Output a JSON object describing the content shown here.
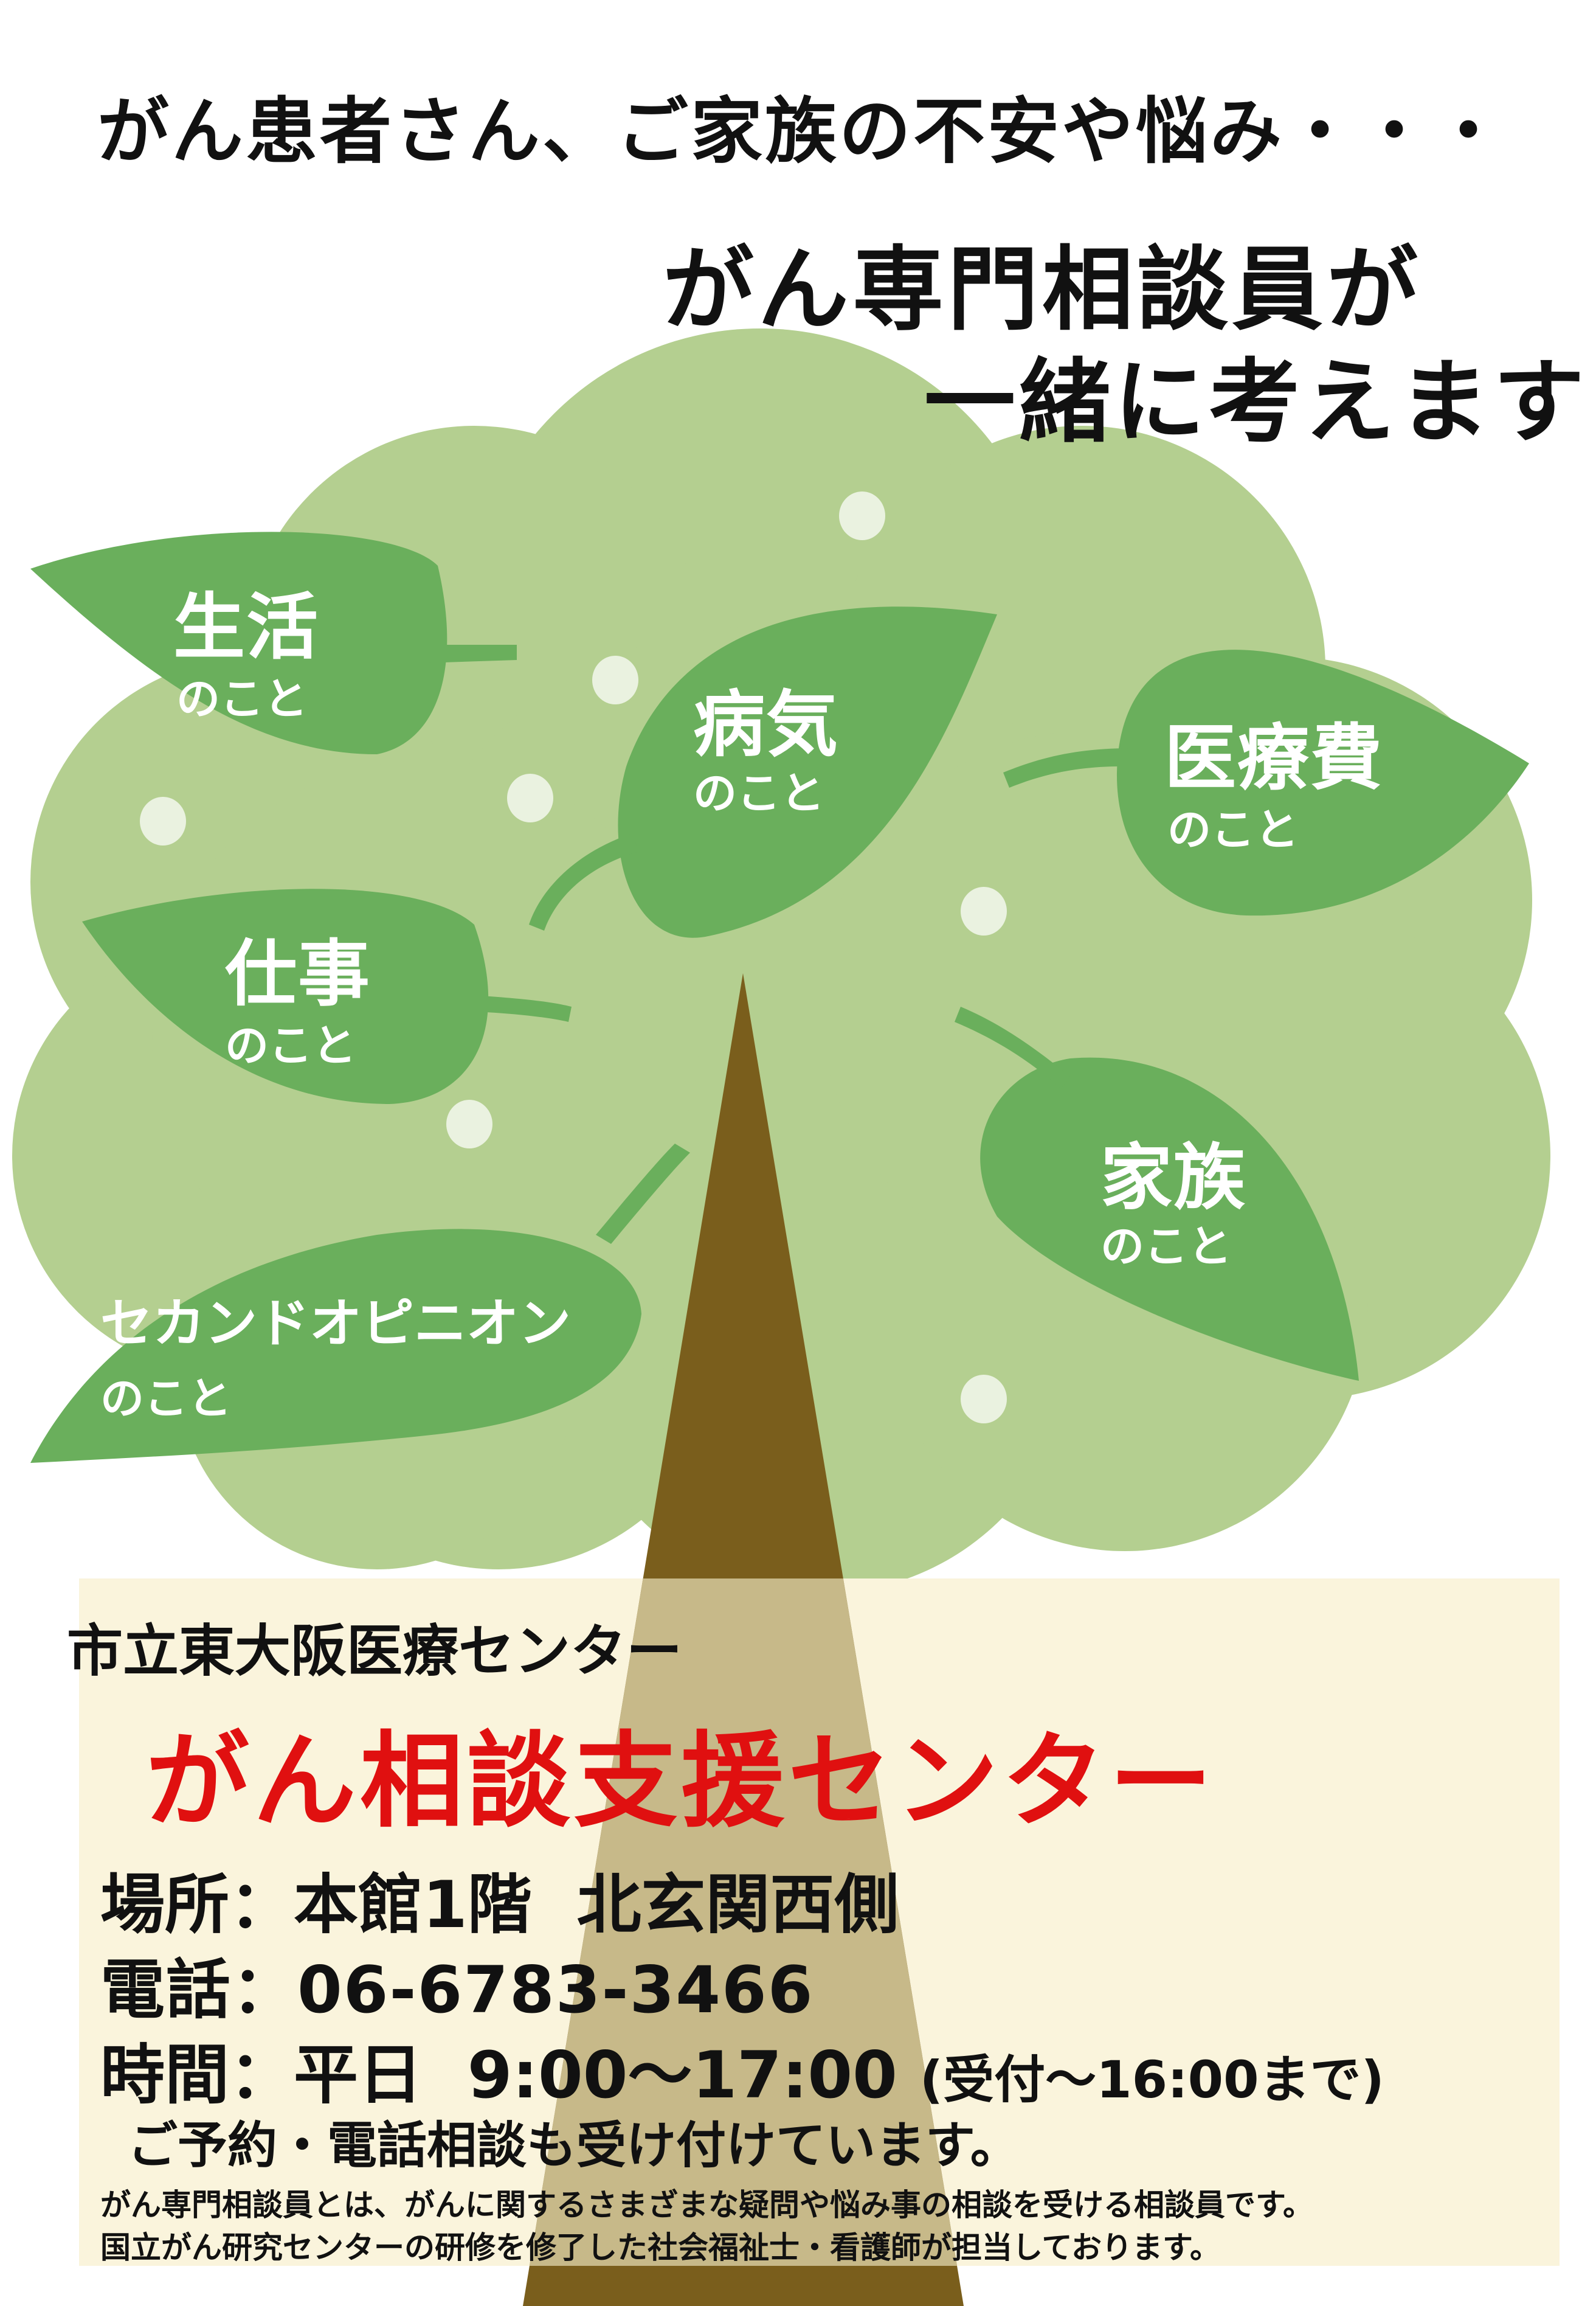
{
  "colors": {
    "canopy": "#b4cf90",
    "leaf": "#6aaf5c",
    "dot": "#eaf2e0",
    "trunk": "#7a5e1c",
    "info_box": "#faf4dc",
    "accent_red": "#e01010",
    "text": "#111111"
  },
  "headline": {
    "line1": "がん患者さん、ご家族の不安や悩み・・・",
    "line2": "がん専門相談員が",
    "line3": "一緒に考えます"
  },
  "leaves": {
    "life": {
      "main": "生活",
      "sub": "のこと"
    },
    "illness": {
      "main": "病気",
      "sub": "のこと"
    },
    "medical_cost": {
      "main": "医療費",
      "sub": "のこと"
    },
    "work": {
      "main": "仕事",
      "sub": "のこと"
    },
    "family": {
      "main": "家族",
      "sub": "のこと"
    },
    "second_opinion": {
      "main": "セカンドオピニオン",
      "sub": "のこと"
    }
  },
  "info": {
    "hospital_name": "市立東大阪医療センター",
    "center_name": "がん相談支援センター",
    "location_label": "場所：",
    "location_value": "本館1階  北玄関西側",
    "phone_label": "電話：",
    "phone_value": "06-6783-3466",
    "hours_label": "時間：",
    "hours_value": "平日  9:00～17:00",
    "hours_note": "(受付～16:00まで)",
    "reservation": "ご予約・電話相談も受け付けています。",
    "footnote_1": "がん専門相談員とは、がんに関するさまざまな疑問や悩み事の相談を受ける相談員です。",
    "footnote_2": "国立がん研究センターの研修を修了した社会福祉士・看護師が担当しております。"
  }
}
